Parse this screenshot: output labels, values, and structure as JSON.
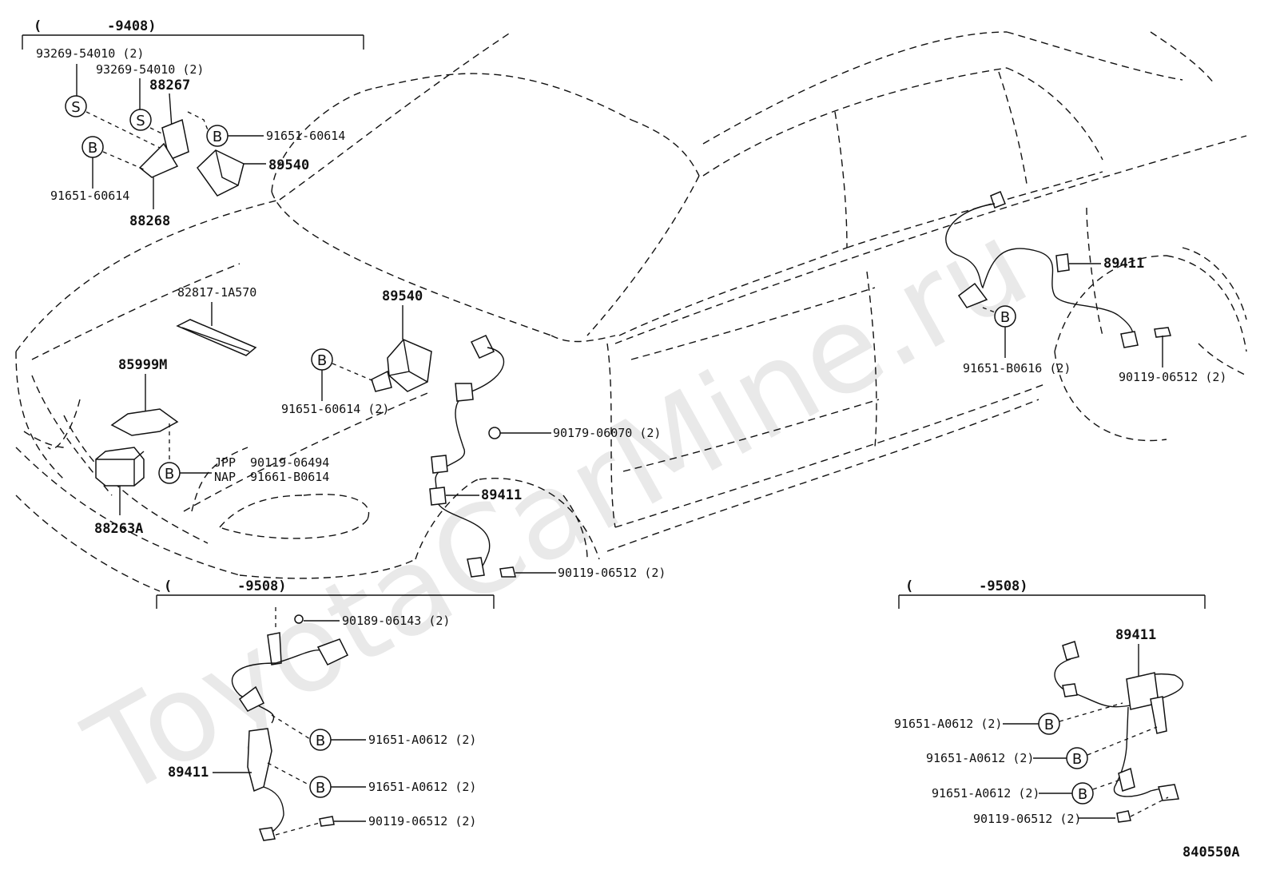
{
  "watermark": "ToyotaCarMine.ru",
  "diagram_id": "840550A",
  "ranges": {
    "top_left": "(        -9408)",
    "bottom_left": "(        -9508)",
    "bottom_right": "(        -9508)"
  },
  "symbols": {
    "S": "S",
    "B": "B"
  },
  "labels": {
    "p93269_a": "93269-54010 (2)",
    "p93269_b": "93269-54010 (2)",
    "p88267": "88267",
    "p91651_60614_tr": "91651-60614",
    "p89540_top": "89540",
    "p91651_60614_tl": "91651-60614",
    "p88268": "88268",
    "p82817": "82817-1A570",
    "p89540_mid": "89540",
    "p85999m": "85999M",
    "p91651_60614_2": "91651-60614 (2)",
    "jpp": "JPP",
    "nap": "NAP",
    "p90119_06494": "90119-06494",
    "p91661_b0614": "91661-B0614",
    "p88263a": "88263A",
    "p90179": "90179-06070 (2)",
    "p89411_front": "89411",
    "p90119_front": "90119-06512 (2)",
    "p89411_rear": "89411",
    "p91651_b0616": "91651-B0616 (2)",
    "p90119_rear": "90119-06512 (2)",
    "p90189": "90189-06143 (2)",
    "p91651_a0612_bl1": "91651-A0612 (2)",
    "p91651_a0612_bl2": "91651-A0612 (2)",
    "p89411_bl": "89411",
    "p90119_bl": "90119-06512 (2)",
    "p89411_br": "89411",
    "p91651_a0612_br1": "91651-A0612 (2)",
    "p91651_a0612_br2": "91651-A0612 (2)",
    "p91651_a0612_br3": "91651-A0612 (2)",
    "p90119_br": "90119-06512 (2)"
  }
}
